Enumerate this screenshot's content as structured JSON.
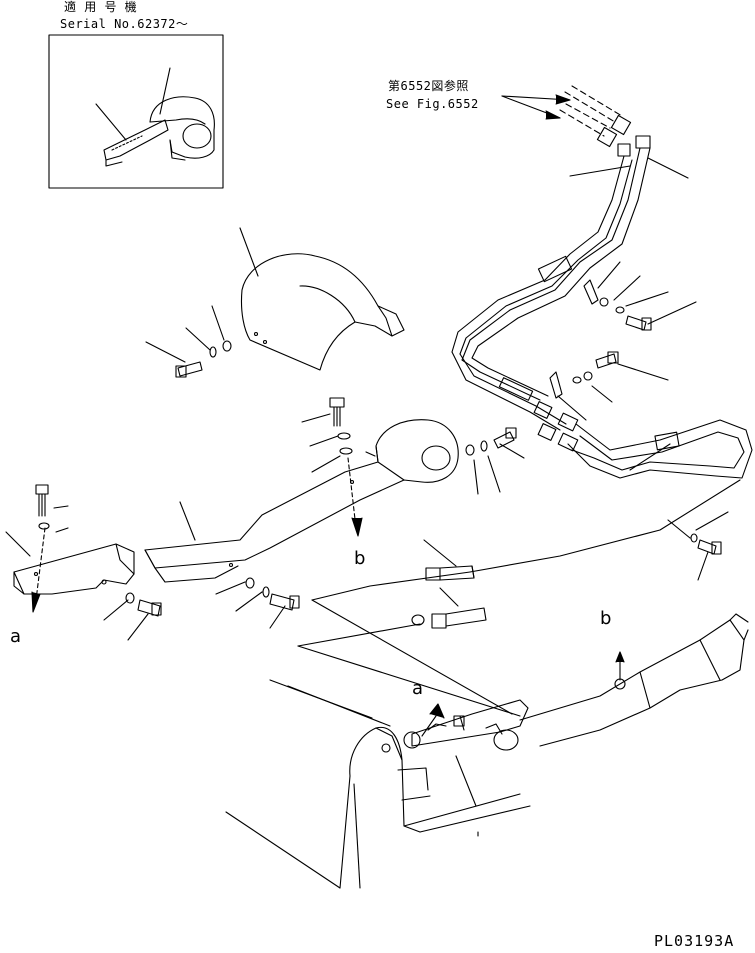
{
  "inset": {
    "applicable_jp": "適 用 号 機",
    "serial": "Serial No.62372～"
  },
  "reference": {
    "jp": "第6552図参照",
    "en": "See Fig.6552"
  },
  "markers": {
    "a_left": "a",
    "b_left": "b",
    "b_right": "b",
    "a_bottom": "a"
  },
  "drawing_code": "PL03193A"
}
